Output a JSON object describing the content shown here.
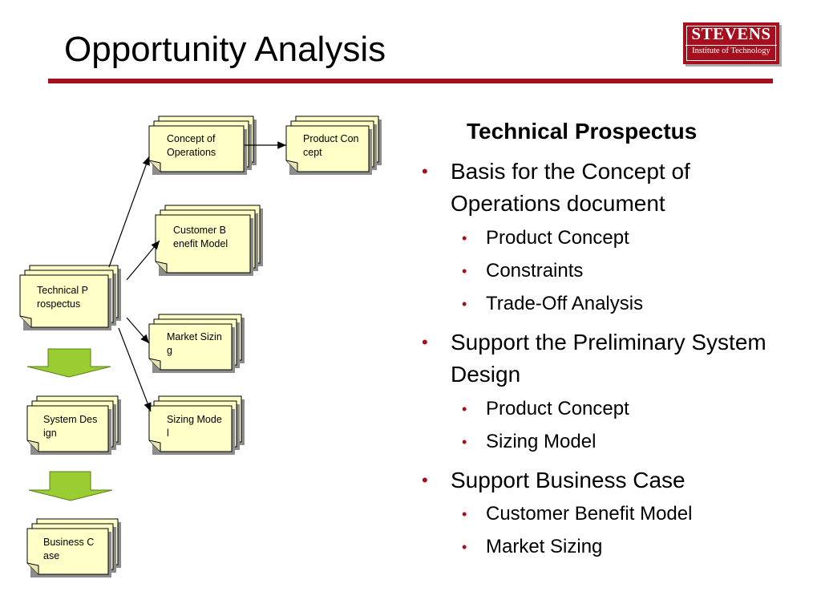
{
  "slide": {
    "title": "Opportunity Analysis",
    "logo": {
      "line1": "STEVENS",
      "line2": "Institute of Technology"
    },
    "colors": {
      "accent": "#a50f1e",
      "doc_fill": "#ffffc8",
      "arrow_fill": "#9acd32"
    }
  },
  "diagram": {
    "boxes": {
      "technical_prospectus": "Technical Prospectus",
      "concept_of_operations": "Concept of Operations",
      "product_concept": "Product Concept",
      "customer_benefit_model": "Customer Benefit Model",
      "market_sizing": "Market Sizing",
      "sizing_model": "Sizing Model",
      "system_design": "System Design",
      "business_case": "Business Case"
    }
  },
  "content": {
    "heading": "Technical Prospectus",
    "bullets": [
      {
        "text": "Basis for the Concept of Operations document",
        "sub": [
          "Product Concept",
          "Constraints",
          "Trade-Off Analysis"
        ]
      },
      {
        "text": "Support the Preliminary System Design",
        "sub": [
          "Product Concept",
          "Sizing Model"
        ]
      },
      {
        "text": "Support Business Case",
        "sub": [
          "Customer Benefit Model",
          "Market Sizing"
        ]
      }
    ]
  }
}
